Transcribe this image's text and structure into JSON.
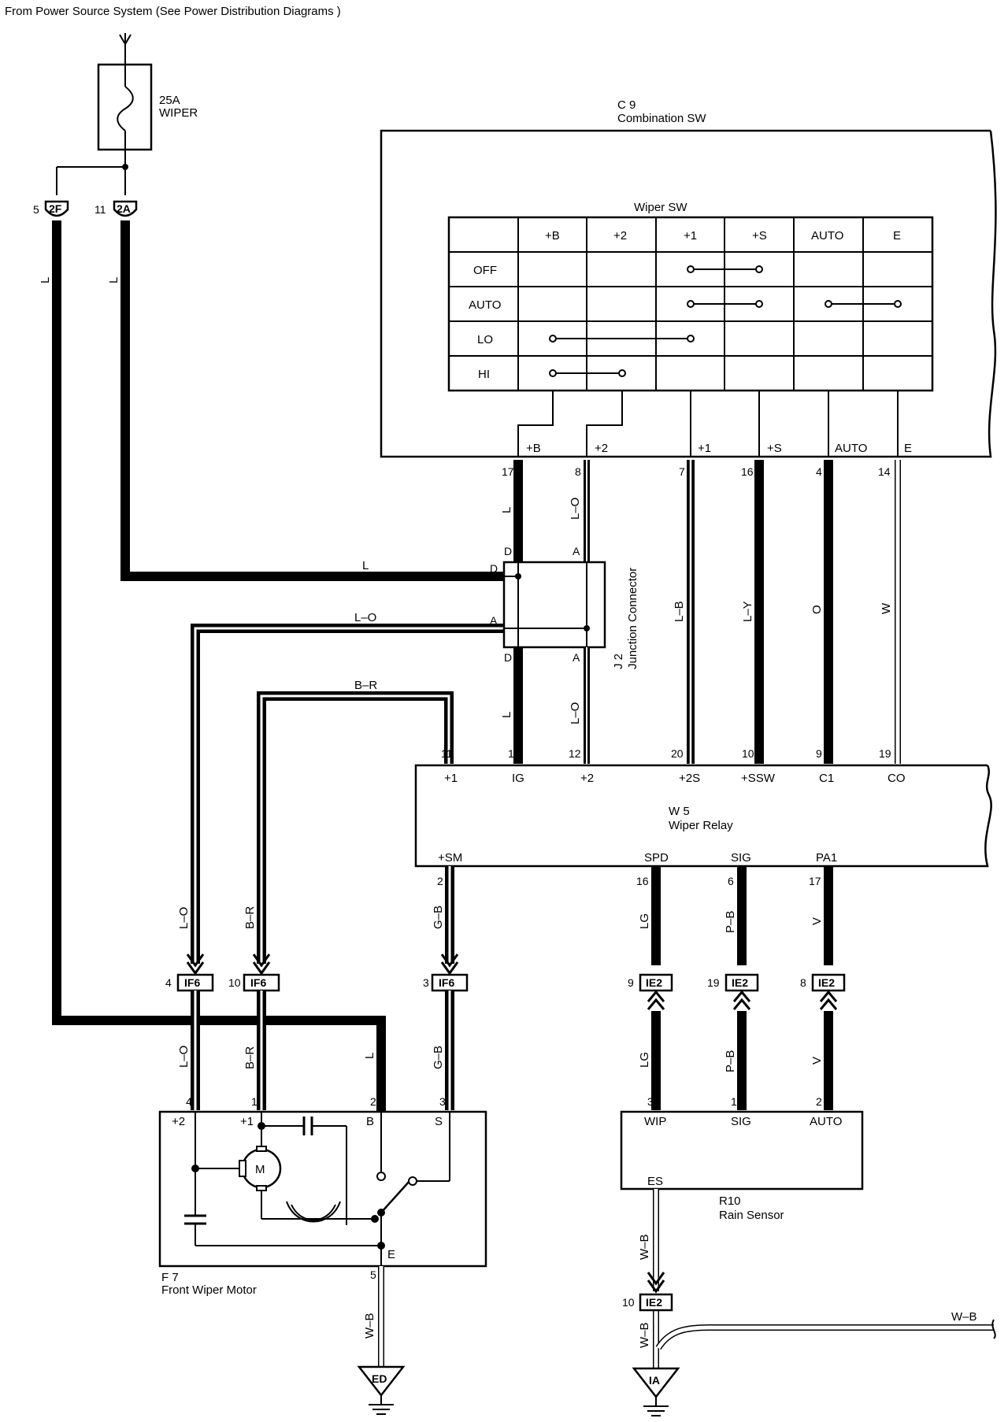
{
  "source": {
    "text": "From Power Source System (See Power Distribution Diagrams )"
  },
  "fuse": {
    "rating": "25A",
    "name": "WIPER"
  },
  "junction_2F": {
    "pin": "5",
    "id": "2F"
  },
  "junction_2A": {
    "pin": "11",
    "id": "2A"
  },
  "combo_sw": {
    "code": "C 9",
    "name": "Combination SW"
  },
  "wiper_sw": {
    "title": "Wiper SW",
    "columns": [
      "+B",
      "+2",
      "+1",
      "+S",
      "AUTO",
      "E"
    ],
    "rows": [
      "OFF",
      "AUTO",
      "LO",
      "HI"
    ]
  },
  "combo_terminals": [
    {
      "name": "+B",
      "pin": "17",
      "color": "L"
    },
    {
      "name": "+2",
      "pin": "8",
      "color": "L–O"
    },
    {
      "name": "+1",
      "pin": "7",
      "color": "L–B"
    },
    {
      "name": "+S",
      "pin": "16",
      "color": "L–Y"
    },
    {
      "name": "AUTO",
      "pin": "4",
      "color": "O"
    },
    {
      "name": "E",
      "pin": "14",
      "color": "W"
    }
  ],
  "j2": {
    "code": "J 2",
    "name": "Junction Connector",
    "pins": [
      "D",
      "A",
      "D",
      "A",
      "D",
      "A"
    ]
  },
  "wires": {
    "L_left": "L",
    "L_mid": "L",
    "L_horiz": "L",
    "LO_horiz": "L–O",
    "BR_horiz": "B–R",
    "L_low": "L",
    "LO_low": "L–O",
    "WB": "W–B"
  },
  "relay": {
    "code": "W 5",
    "name": "Wiper Relay",
    "top_terminals": [
      {
        "name": "+1",
        "pin": "11"
      },
      {
        "name": "IG",
        "pin": "1"
      },
      {
        "name": "+2",
        "pin": "12"
      },
      {
        "name": "+2S",
        "pin": "20"
      },
      {
        "name": "+SSW",
        "pin": "10"
      },
      {
        "name": "C1",
        "pin": "9"
      },
      {
        "name": "CO",
        "pin": "19"
      }
    ],
    "bottom_terminals": [
      {
        "name": "+SM",
        "pin": "2",
        "color": "G–B"
      },
      {
        "name": "SPD",
        "pin": "16",
        "color": "LG"
      },
      {
        "name": "SIG",
        "pin": "6",
        "color": "P–B"
      },
      {
        "name": "PA1",
        "pin": "17",
        "color": "V"
      }
    ]
  },
  "if6": [
    {
      "pin": "4",
      "id": "IF6",
      "up": "L–O",
      "down": "L–O"
    },
    {
      "pin": "10",
      "id": "IF6",
      "up": "B–R",
      "down": "B–R"
    },
    {
      "pin": "3",
      "id": "IF6",
      "up": "G–B",
      "down": "G–B"
    }
  ],
  "ie2": [
    {
      "pin": "9",
      "id": "IE2",
      "down": "LG"
    },
    {
      "pin": "19",
      "id": "IE2",
      "down": "P–B"
    },
    {
      "pin": "8",
      "id": "IE2",
      "down": "V"
    }
  ],
  "motor": {
    "code": "F 7",
    "name": "Front Wiper Motor",
    "terminals": [
      {
        "name": "+2",
        "pin": "4"
      },
      {
        "name": "+1",
        "pin": "1"
      },
      {
        "name": "B",
        "pin": "2"
      },
      {
        "name": "S",
        "pin": "3"
      }
    ],
    "ground_terminal": "E",
    "ground_pin": "5",
    "motor_label": "M",
    "ground": "ED"
  },
  "rain_sensor": {
    "code": "R10",
    "name": "Rain Sensor",
    "terminals": [
      {
        "name": "WIP",
        "pin": "3"
      },
      {
        "name": "SIG",
        "pin": "1"
      },
      {
        "name": "AUTO",
        "pin": "2"
      }
    ],
    "es": "ES",
    "ie2_pin": "10",
    "ie2_id": "IE2",
    "ground": "IA",
    "wb_right": "W–B"
  }
}
